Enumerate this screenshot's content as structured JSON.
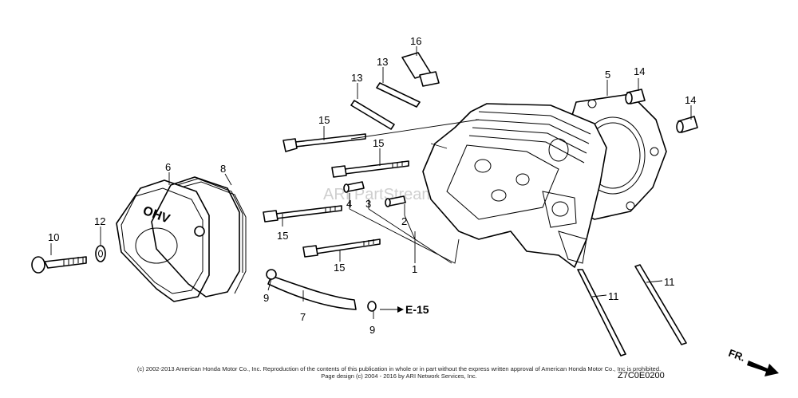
{
  "watermark": "ARI PartStream",
  "callouts": {
    "c1": "1",
    "c2": "2",
    "c3": "3",
    "c4": "4",
    "c5": "5",
    "c6": "6",
    "c7": "7",
    "c8": "8",
    "c9a": "9",
    "c9b": "9",
    "c10": "10",
    "c11a": "11",
    "c11b": "11",
    "c12": "12",
    "c13a": "13",
    "c13b": "13",
    "c14a": "14",
    "c14b": "14",
    "c15a": "15",
    "c15b": "15",
    "c15c": "15",
    "c15d": "15",
    "c16": "16"
  },
  "cover_text": "OHV",
  "reference": "E-15",
  "direction_label": "FR.",
  "diagram_code": "Z7C0E0200",
  "copyright_line1": "(c) 2002-2013 American Honda Motor Co., Inc. Reproduction of the contents of this publication in whole or in part without the express written approval of American Honda Motor Co., Inc is prohibited.",
  "copyright_line2": "Page design (c) 2004 - 2016 by ARI Network Services, Inc."
}
